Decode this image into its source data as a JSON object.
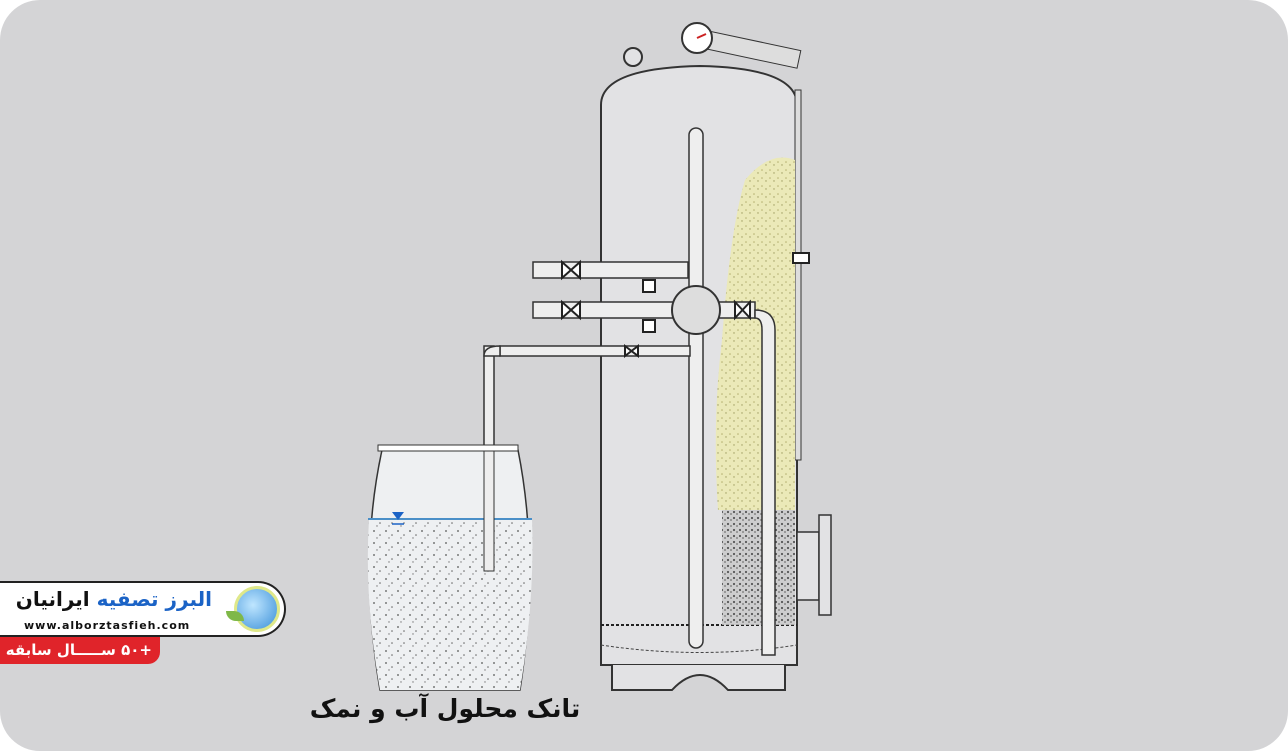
{
  "diagram": {
    "caption": "تانک محلول آب و نمک",
    "components": [
      "softener-vessel",
      "resin-bed",
      "gravel-layer",
      "pressure-gauge",
      "valves",
      "brine-tank",
      "brine-draw-pipe"
    ]
  },
  "logo": {
    "name_blue": "البرز تصفیه",
    "name_black": "ایرانیان",
    "url": "www.alborztasfieh.com",
    "badge": "+۵۰ ســـــال سابقه"
  },
  "colors": {
    "background": "#d4d4d6",
    "resin": "#e8e6b0",
    "brand_blue": "#1b63c6",
    "badge_red": "#e0242a"
  }
}
